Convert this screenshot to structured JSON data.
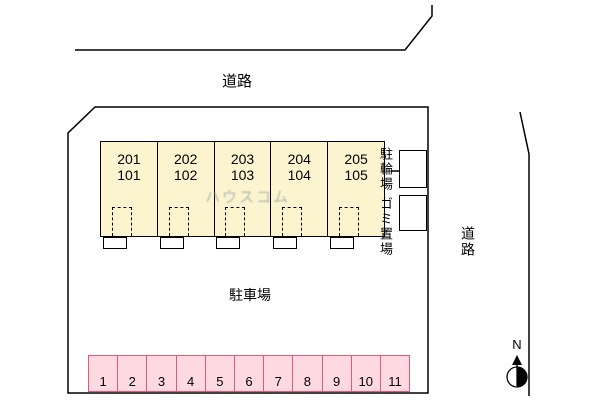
{
  "labels": {
    "road_top": "道路",
    "road_right": "道路",
    "parking_lot": "駐車場",
    "bicycle_parking": "駐輪場",
    "garbage_area": "ゴミ置場",
    "compass_north": "N",
    "watermark": "ハウスコム"
  },
  "buildings": {
    "fill": "#fcf4cf",
    "units": [
      {
        "upper": "201",
        "lower": "101"
      },
      {
        "upper": "202",
        "lower": "102"
      },
      {
        "upper": "203",
        "lower": "103"
      },
      {
        "upper": "204",
        "lower": "104"
      },
      {
        "upper": "205",
        "lower": "105"
      }
    ]
  },
  "parking": {
    "fill": "#ffd9e2",
    "border": "#dd5b77",
    "spaces": [
      "1",
      "2",
      "3",
      "4",
      "5",
      "6",
      "7",
      "8",
      "9",
      "10",
      "11"
    ]
  },
  "line_color": "#000000"
}
